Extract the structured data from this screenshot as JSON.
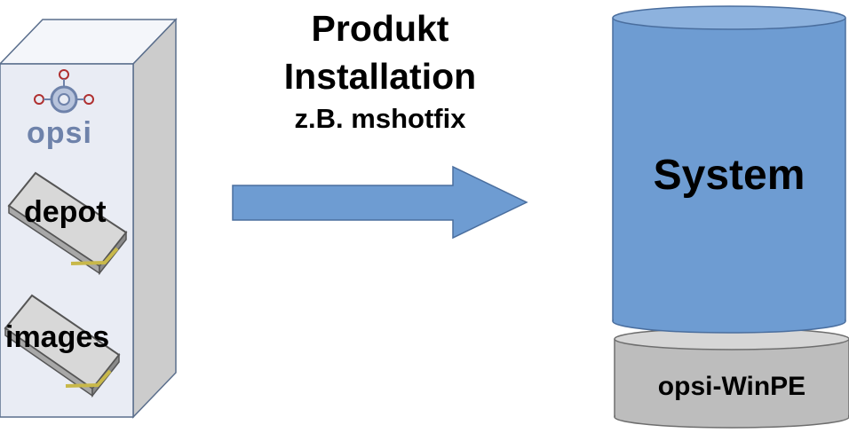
{
  "title": {
    "line1": "Produkt",
    "line2": "Installation",
    "line3": "z.B. mshotfix"
  },
  "server": {
    "logo_text": "opsi",
    "disks": [
      "depot",
      "images"
    ]
  },
  "target": {
    "system_label": "System",
    "base_label": "opsi-WinPE"
  },
  "colors": {
    "server_front": "#e9ecf4",
    "server_side": "#cccccc",
    "arrow_fill": "#6e9cd2",
    "system_fill": "#6e9cd2",
    "base_fill": "#bdbdbd",
    "outline": "#5a6e8c",
    "logo": "#6e82aa"
  },
  "icons": [
    "opsi-logo-icon",
    "hard-disk-icon",
    "hard-disk-icon"
  ]
}
